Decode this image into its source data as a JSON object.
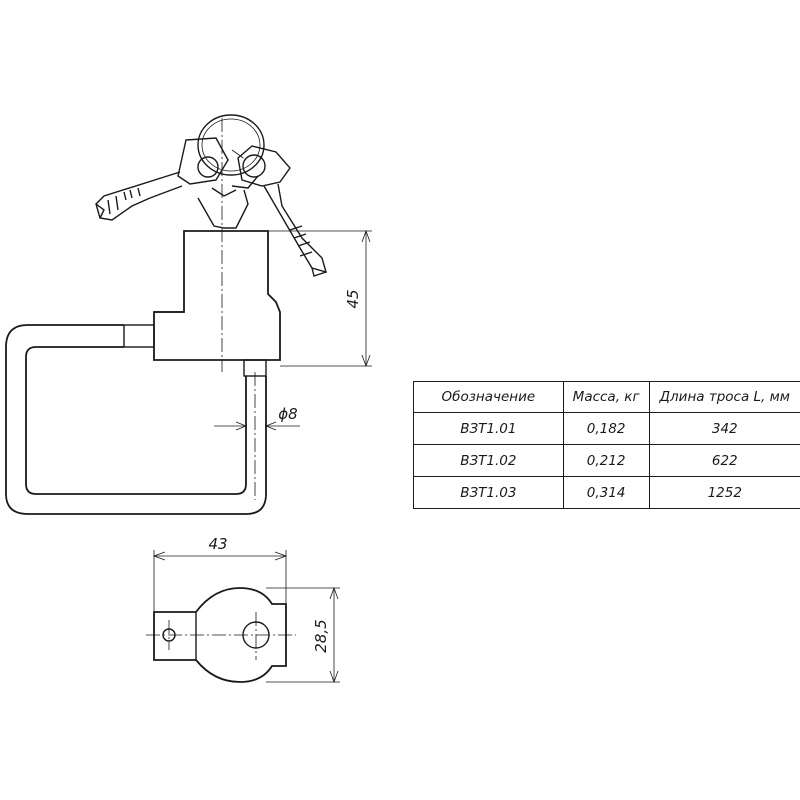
{
  "dimensions": {
    "height": "45",
    "diameter": "ϕ8",
    "width": "43",
    "plate_height": "28,5"
  },
  "table": {
    "headers": [
      "Обозначение",
      "Масса, кг",
      "Длина троса L, мм"
    ],
    "rows": [
      [
        "ВЗТ1.01",
        "0,182",
        "342"
      ],
      [
        "ВЗТ1.02",
        "0,212",
        "622"
      ],
      [
        "ВЗТ1.03",
        "0,314",
        "1252"
      ]
    ]
  }
}
